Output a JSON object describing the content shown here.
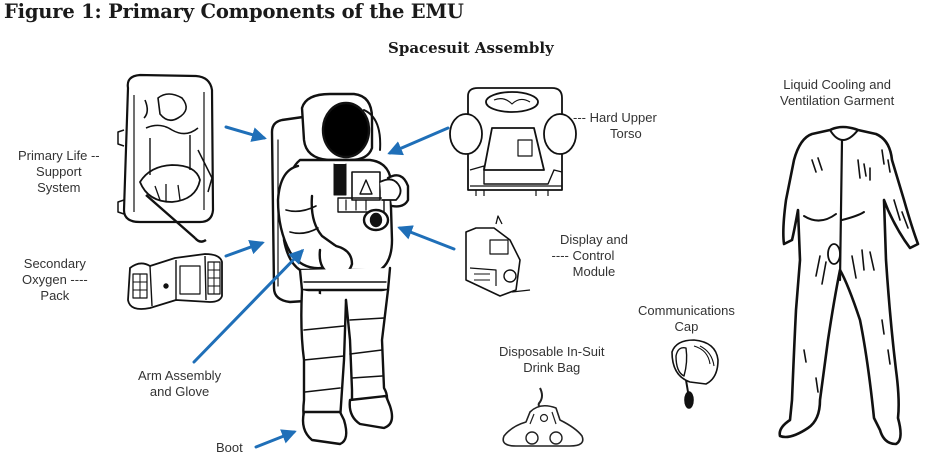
{
  "figure": {
    "title": "Figure 1: Primary Components of the EMU",
    "subtitle": "Spacesuit Assembly"
  },
  "colors": {
    "arrow": "#1f6fb8",
    "ink": "#111111",
    "text": "#333333"
  },
  "components": [
    {
      "id": "plss",
      "icon": "backpack-unit-illustration",
      "lines": [
        "Primary Life --",
        "Support",
        "System"
      ]
    },
    {
      "id": "sop",
      "icon": "oxygen-pack-illustration",
      "lines": [
        "Secondary",
        "Oxygen ----",
        "Pack"
      ]
    },
    {
      "id": "arm",
      "icon": "arm-glove",
      "lines": [
        "Arm Assembly",
        "and Glove"
      ]
    },
    {
      "id": "boot",
      "icon": "boot",
      "lines": [
        "Boot"
      ]
    },
    {
      "id": "hut",
      "icon": "hard-upper-torso-illustration",
      "lines": [
        "--- Hard Upper",
        "Torso"
      ]
    },
    {
      "id": "dcm",
      "icon": "control-module-illustration",
      "lines": [
        "Display and",
        "---- Control",
        "Module"
      ]
    },
    {
      "id": "drink",
      "icon": "drink-bag-illustration",
      "lines": [
        "Disposable In-Suit",
        "Drink Bag"
      ]
    },
    {
      "id": "cap",
      "icon": "comm-cap-illustration",
      "lines": [
        "Communications",
        "Cap"
      ]
    },
    {
      "id": "lcvg",
      "icon": "cooling-garment-illustration",
      "lines": [
        "Liquid Cooling and",
        "Ventilation Garment"
      ]
    }
  ]
}
